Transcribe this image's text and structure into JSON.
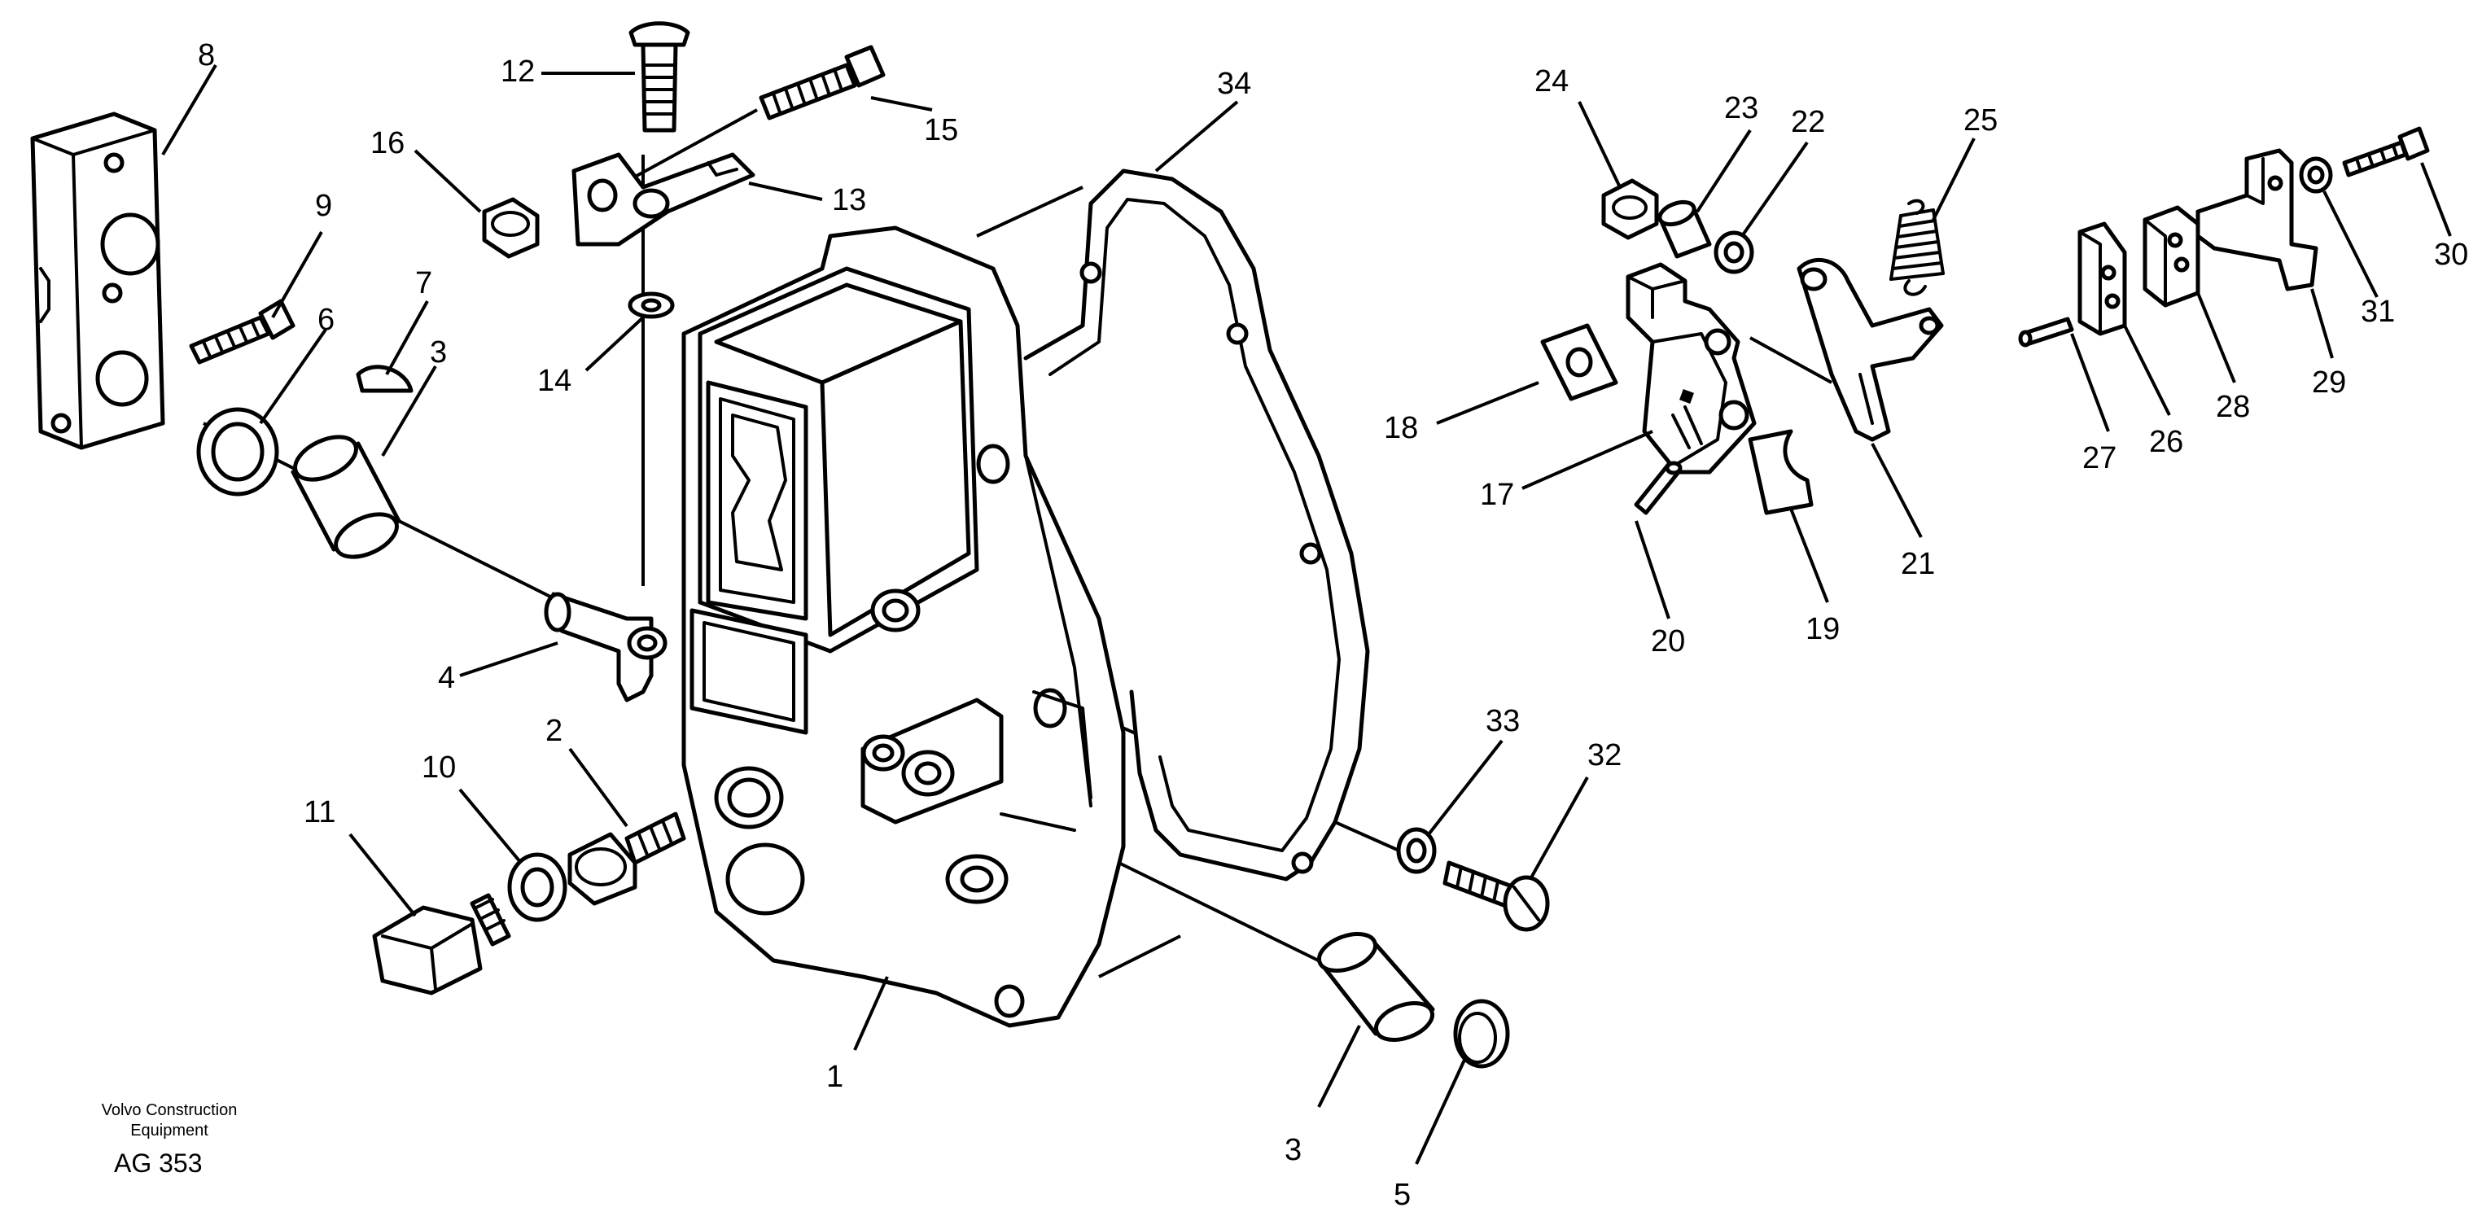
{
  "callouts": {
    "c1": "1",
    "c2": "2",
    "c3a": "3",
    "c3b": "3",
    "c4": "4",
    "c5": "5",
    "c6": "6",
    "c7": "7",
    "c8": "8",
    "c9": "9",
    "c10": "10",
    "c11": "11",
    "c12": "12",
    "c13": "13",
    "c14": "14",
    "c15": "15",
    "c16": "16",
    "c17": "17",
    "c18": "18",
    "c19": "19",
    "c20": "20",
    "c21": "21",
    "c22": "22",
    "c23": "23",
    "c24": "24",
    "c25": "25",
    "c26": "26",
    "c27": "27",
    "c28": "28",
    "c29": "29",
    "c30": "30",
    "c31": "31",
    "c32": "32",
    "c33": "33",
    "c34": "34"
  },
  "footer": {
    "company_line1": "Volvo Construction",
    "company_line2": "Equipment",
    "drawing_code": "AG 353"
  }
}
